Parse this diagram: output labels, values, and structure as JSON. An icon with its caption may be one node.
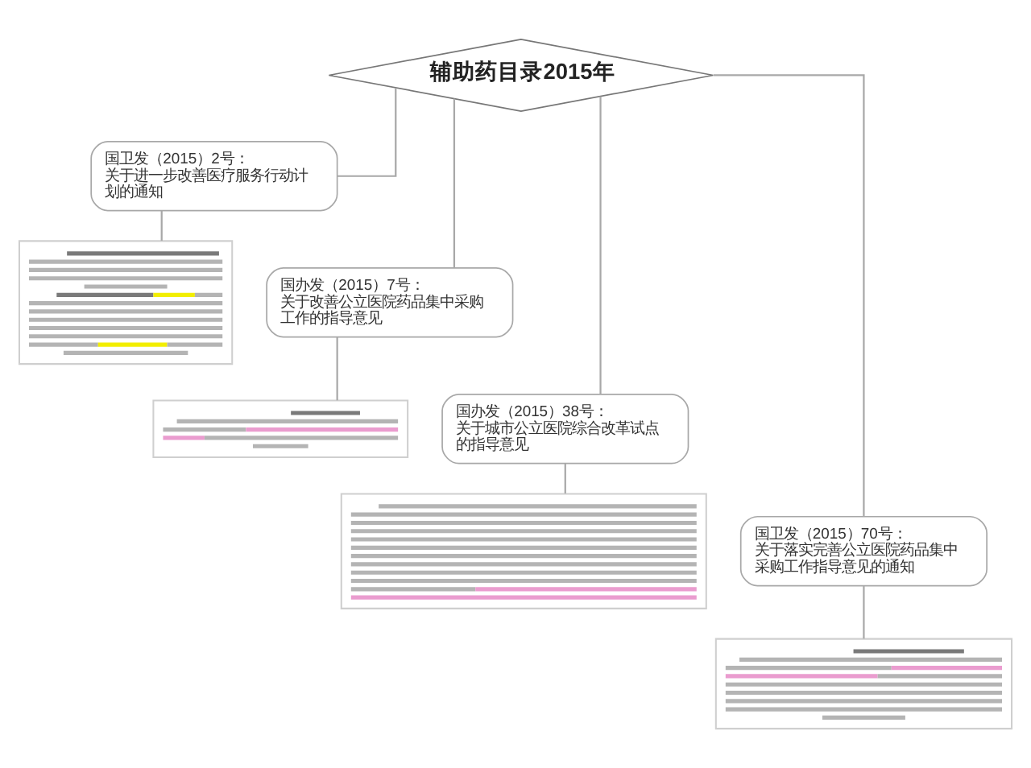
{
  "diagram": {
    "nodes": [
      {
        "text": [
          "辅助药目录2015年"
        ]
      },
      {
        "text": [
          "国卫发（2015）2号：",
          "关于进一步改善医疗服务行动计划的通知"
        ]
      },
      {
        "text": [],
        "shape": "picture"
      },
      {
        "text": [
          "国办发（2015）7号：",
          "关于改善公立医院药品集中采购工作的指导意见"
        ]
      },
      {
        "text": [],
        "shape": "picture"
      },
      {
        "text": [
          "国办发（2015）38号：",
          "关于城市公立医院综合改革试点的指导意见"
        ]
      },
      {
        "text": [],
        "shape": "picture"
      },
      {
        "text": [
          "国卫发（2015）70号：",
          "关于落实完善公立医院药品集中采购工作指导意见的通知"
        ]
      },
      {
        "text": [],
        "shape": "picture"
      }
    ],
    "edges": [
      {
        "from": 0,
        "to": 1,
        "arrow": "none"
      },
      {
        "from": 1,
        "to": 2,
        "arrow": "none"
      },
      {
        "from": 0,
        "to": 3,
        "arrow": "none"
      },
      {
        "from": 3,
        "to": 4,
        "arrow": "none"
      },
      {
        "from": 0,
        "to": 5,
        "arrow": "none"
      },
      {
        "from": 5,
        "to": 6,
        "arrow": "none"
      },
      {
        "from": 0,
        "to": 7,
        "arrow": "none"
      },
      {
        "from": 7,
        "to": 8,
        "arrow": "none"
      }
    ]
  }
}
